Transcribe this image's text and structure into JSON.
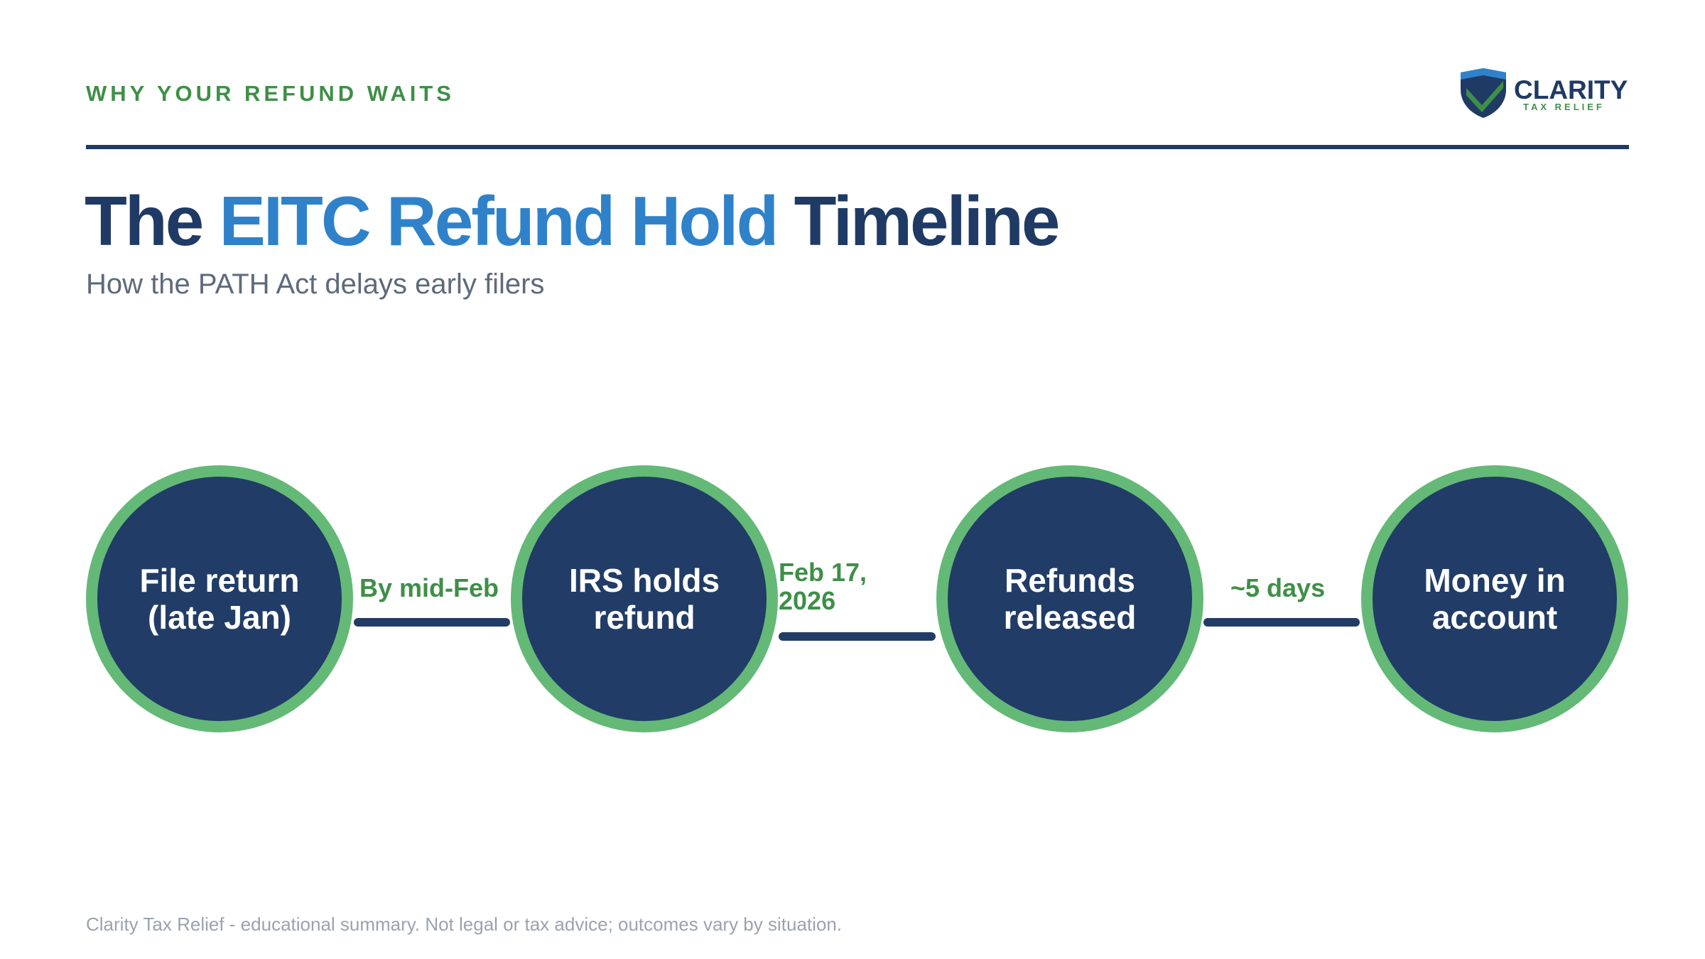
{
  "header": {
    "eyebrow": "WHY YOUR REFUND WAITS",
    "logo": {
      "wordmark": "CLARITY",
      "tagline": "TAX RELIEF",
      "icon": "shield-check-icon"
    }
  },
  "title": {
    "part1": "The ",
    "highlight": "EITC Refund Hold",
    "part2": " Timeline"
  },
  "subtitle": "How the PATH Act delays early filers",
  "timeline": {
    "steps": [
      {
        "label": "File return\n(late Jan)"
      },
      {
        "label": "IRS holds\nrefund"
      },
      {
        "label": "Refunds\nreleased"
      },
      {
        "label": "Money in\naccount"
      }
    ],
    "connectors": [
      {
        "label": "By mid-Feb"
      },
      {
        "label": "Feb 17,\n2026"
      },
      {
        "label": "~5 days"
      }
    ]
  },
  "footer": "Clarity Tax Relief - educational summary. Not legal or tax advice; outcomes vary by situation.",
  "colors": {
    "navy": "#213c66",
    "green": "#64b977",
    "label_green": "#3f8f48",
    "accent_blue": "#2f82c9"
  }
}
